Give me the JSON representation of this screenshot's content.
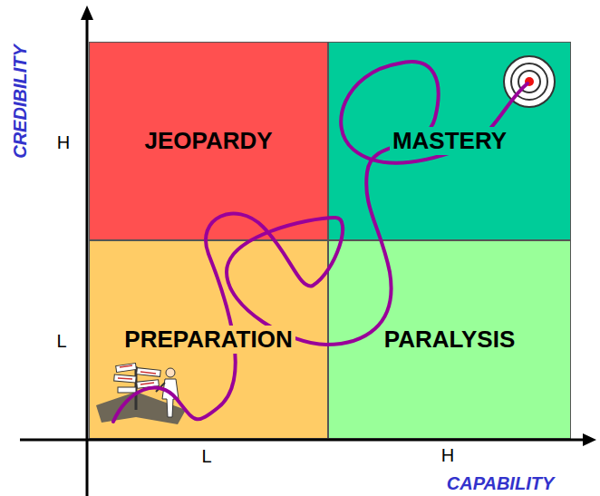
{
  "diagram": {
    "nodes": [
      {
        "text": [
          "JEOPARDY"
        ]
      },
      {
        "text": [
          "MASTERY"
        ]
      },
      {
        "text": [
          "PREPARATION"
        ]
      },
      {
        "text": [
          "PARALYSIS"
        ]
      }
    ],
    "labels": [
      "CREDIBILITY",
      "H",
      "L",
      "L",
      "H",
      "CAPABILITY"
    ]
  }
}
